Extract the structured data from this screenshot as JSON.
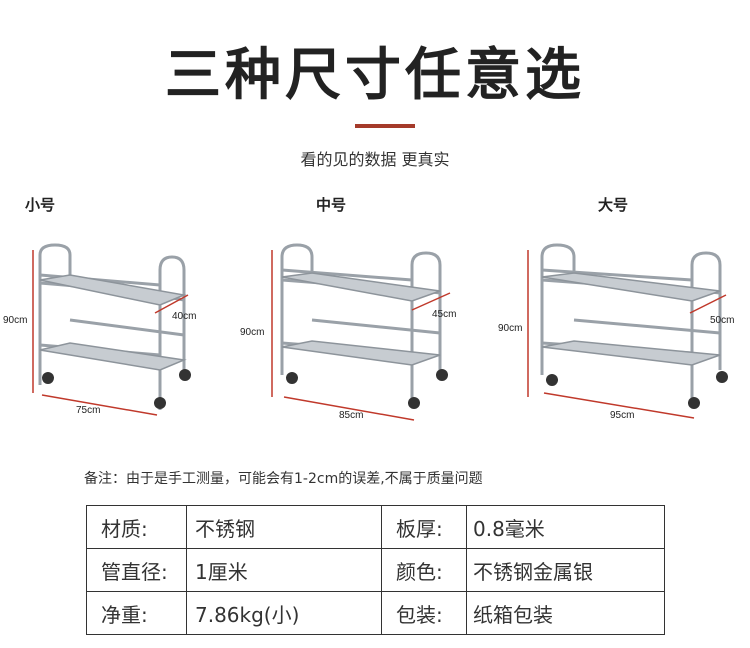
{
  "header": {
    "title": "三种尺寸任意选",
    "subtitle": "看的见的数据 更真实",
    "accent_color": "#a53a2a"
  },
  "sizes": [
    {
      "label": "小号",
      "height": "90cm",
      "depth": "40cm",
      "width": "75cm"
    },
    {
      "label": "中号",
      "height": "90cm",
      "depth": "45cm",
      "width": "85cm"
    },
    {
      "label": "大号",
      "height": "90cm",
      "depth": "50cm",
      "width": "95cm"
    }
  ],
  "note": "备注：由于是手工测量，可能会有1-2cm的误差,不属于质量问题",
  "specs": [
    {
      "key": "材质:",
      "value": "不锈钢",
      "key2": "板厚:",
      "value2": "0.8毫米"
    },
    {
      "key": "管直径:",
      "value": "1厘米",
      "key2": "颜色:",
      "value2": "不锈钢金属银"
    },
    {
      "key": "净重:",
      "value": "7.86kg(小)",
      "key2": "包装:",
      "value2": "纸箱包装"
    }
  ],
  "colors": {
    "dimension_line": "#c0392b",
    "steel": "#b9bec4"
  }
}
